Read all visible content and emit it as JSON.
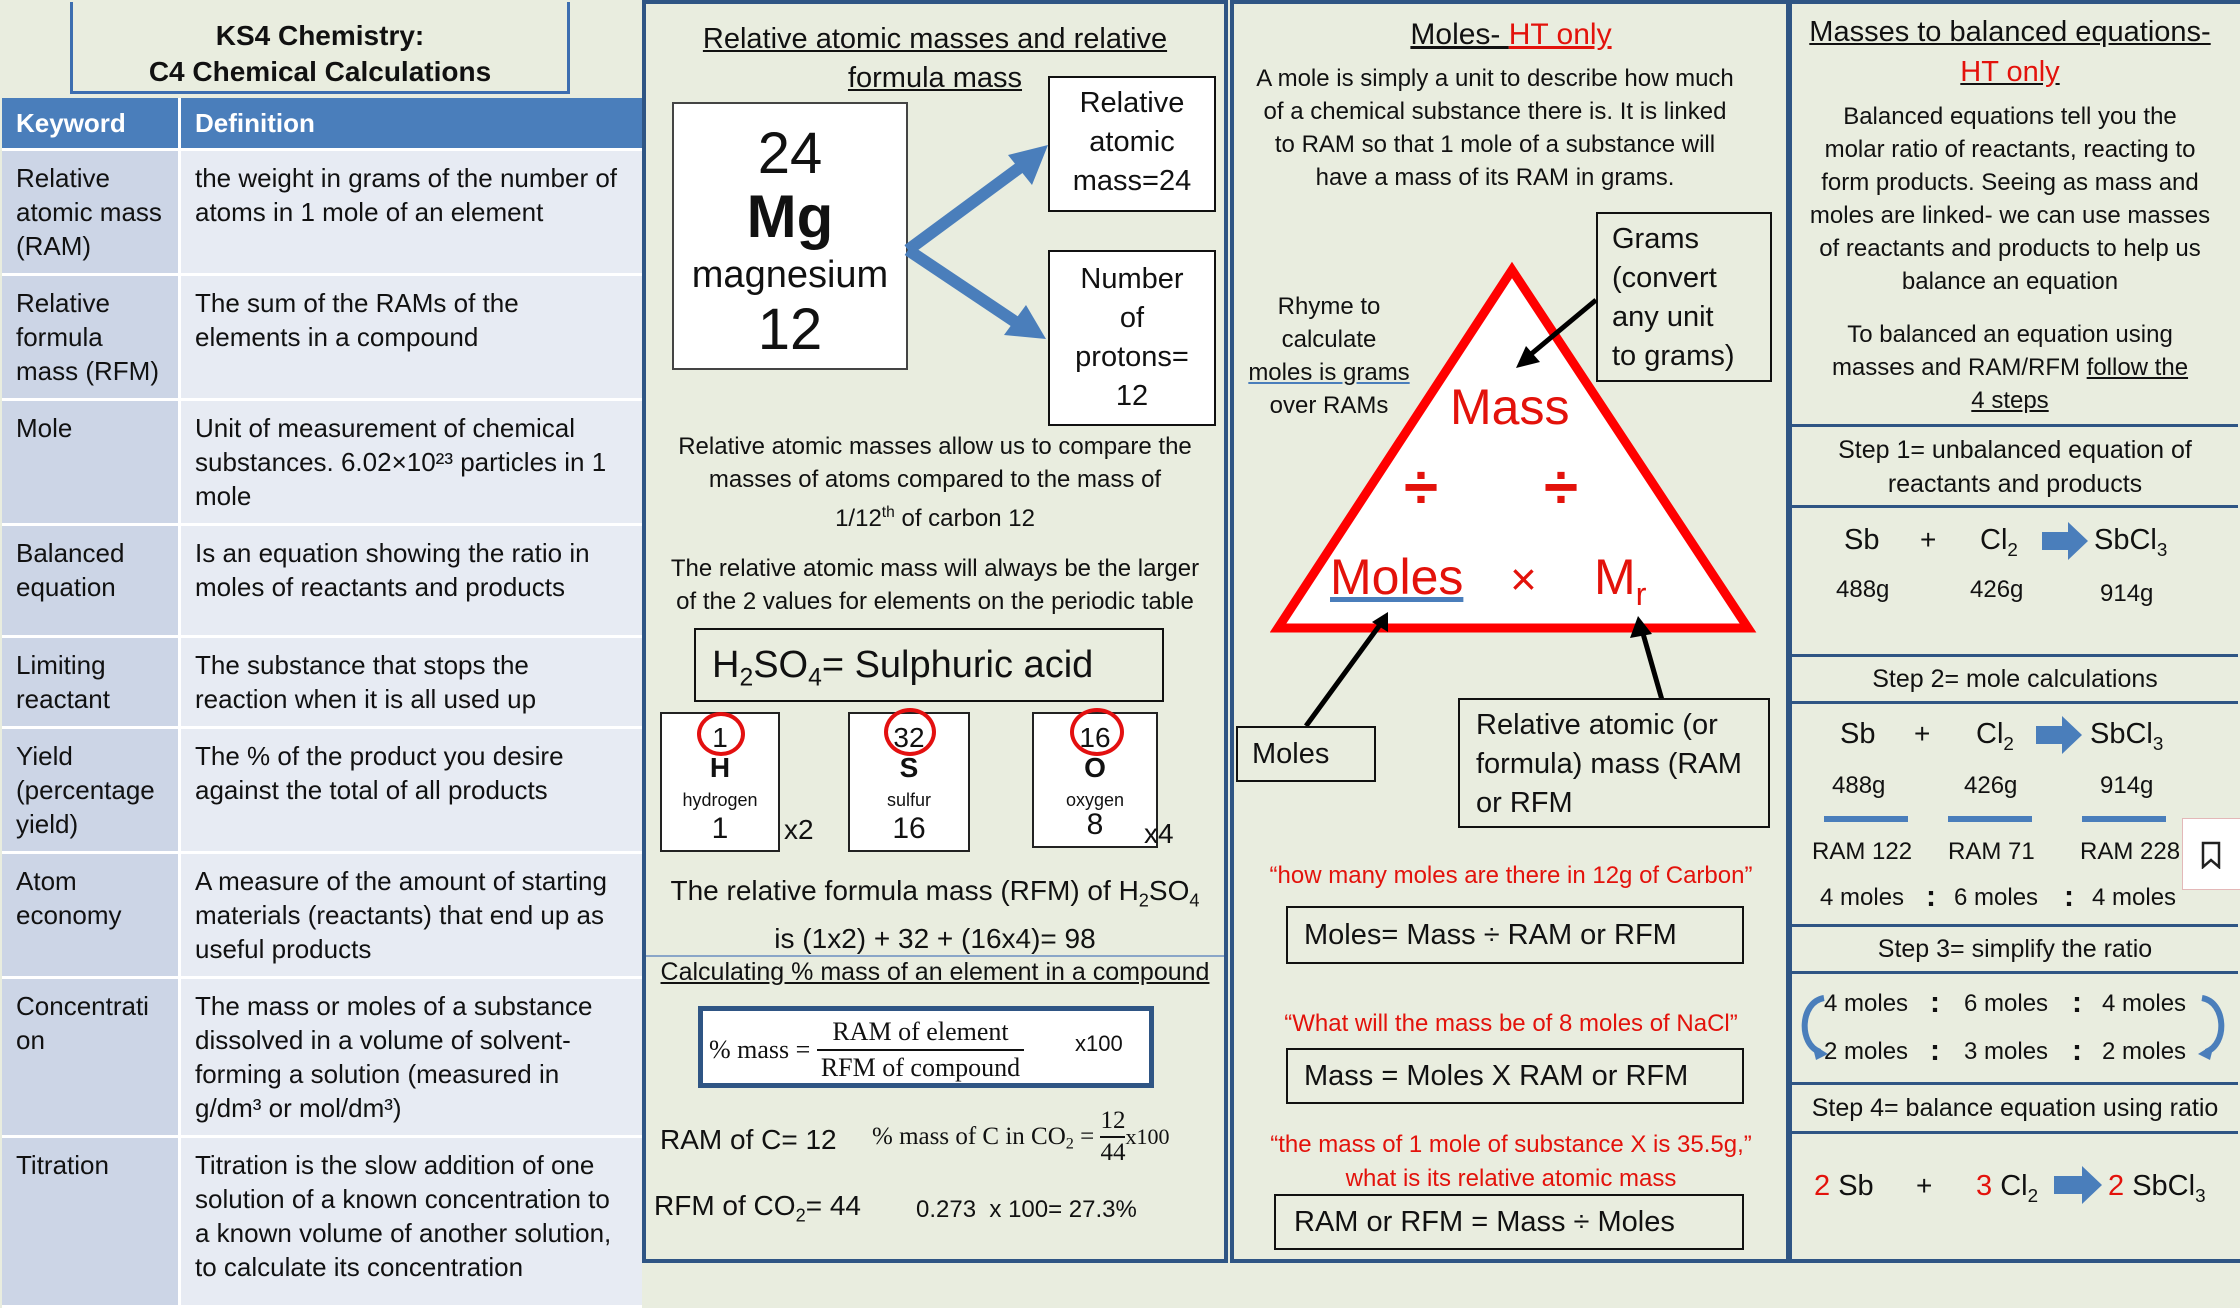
{
  "col1": {
    "title_line1": "KS4 Chemistry:",
    "title_line2": "C4 Chemical Calculations",
    "header_keyword": "Keyword",
    "header_definition": "Definition",
    "rows": [
      {
        "keyword": "Relative atomic mass (RAM)",
        "definition": "the weight in grams of the number of atoms in 1 mole of an element"
      },
      {
        "keyword": "Relative formula mass (RFM)",
        "definition": "The sum of the RAMs of the elements in a compound"
      },
      {
        "keyword": "Mole",
        "definition": "Unit of measurement of chemical substances. 6.02×10²³ particles in 1 mole"
      },
      {
        "keyword": "Balanced equation",
        "definition": "Is an equation showing the ratio in moles of reactants and products"
      },
      {
        "keyword": "Limiting reactant",
        "definition": "The substance that stops the reaction when it is all used up"
      },
      {
        "keyword": "Yield (percentage yield)",
        "definition": "The % of the product you desire against the total of all products"
      },
      {
        "keyword": "Atom economy",
        "definition": "A measure of the amount of starting materials (reactants) that end up as useful products"
      },
      {
        "keyword": "Concentrati on",
        "definition": "The mass or moles of a substance dissolved in a volume of solvent-forming a solution (measured in g/dm³ or mol/dm³)"
      },
      {
        "keyword": "Titration",
        "definition": "Titration is the slow addition of one solution of a known concentration to a known volume of another solution, to calculate its concentration"
      }
    ]
  },
  "col2": {
    "title_line1": "Relative atomic masses and relative",
    "title_line2": "formula mass",
    "tile": {
      "mass": "24",
      "symbol": "Mg",
      "name": "magnesium",
      "number": "12"
    },
    "box_ram": [
      "Relative",
      "atomic",
      "mass=24"
    ],
    "box_protons": [
      "Number",
      "of",
      "protons=",
      "12"
    ],
    "para1": [
      "Relative atomic masses allow us to compare the",
      "masses of atoms compared to the mass of"
    ],
    "para1_frac": "1/12",
    "para1_sup": "th",
    "para1_end": " of carbon 12",
    "para2": [
      "The relative atomic mass will always be the larger",
      "of the 2 values for elements on the periodic table"
    ],
    "acid": {
      "h": "H",
      "two": "2",
      "so": "SO",
      "four": "4",
      "rest": "= Sulphuric acid"
    },
    "elements": [
      {
        "top": "1",
        "symbol": "H",
        "name": "hydrogen",
        "bottom": "1",
        "mult": "x2"
      },
      {
        "top": "32",
        "symbol": "S",
        "name": "sulfur",
        "bottom": "16",
        "mult": ""
      },
      {
        "top": "16",
        "symbol": "O",
        "name": "oxygen",
        "bottom": "8",
        "mult": "x4"
      }
    ],
    "rfm_line1_a": "The relative formula mass (RFM) of H",
    "rfm_line1_sub1": "2",
    "rfm_line1_b": "SO",
    "rfm_line1_sub2": "4",
    "rfm_line2": "is (1x2) + 32 + (16x4)= 98",
    "pct_title": "Calculating % mass of an element in a compound",
    "pct_label": "% mass =",
    "pct_num": "RAM of element",
    "pct_den": "RFM of compound",
    "pct_x": "x100",
    "ram_c": "RAM of C= 12",
    "pct_c_label": "% mass of C in CO",
    "pct_c_sub": "2",
    "pct_c_eq": " =",
    "pct_c_num": "12",
    "pct_c_den": "44",
    "pct_c_x": "x100",
    "rfm_co2_a": "RFM of CO",
    "rfm_co2_sub": "2",
    "rfm_co2_b": "= 44",
    "result": "0.273  x 100= 27.3%"
  },
  "col3": {
    "title_a": "Moles- ",
    "title_b": "HT only",
    "intro": [
      "A mole is simply a unit to describe how much",
      "of a chemical substance there is. It is linked",
      "to RAM so that 1 mole of a substance will",
      "have a mass of its RAM in grams."
    ],
    "rhyme": [
      "Rhyme to",
      "calculate",
      "moles is  grams",
      "over RAMs"
    ],
    "grams_box": [
      "Grams",
      "(convert",
      "any unit",
      "to grams)"
    ],
    "tri_mass": "Mass",
    "tri_div": "÷",
    "tri_moles": "Moles",
    "tri_times": "×",
    "tri_mr": "M",
    "tri_mr_sub": "r",
    "moles_box": "Moles",
    "ram_box": [
      "Relative atomic (or",
      "formula) mass (RAM",
      "or RFM"
    ],
    "q1": "“how many moles are there in 12g of Carbon”",
    "f1": "Moles= Mass  ÷ RAM or RFM",
    "q2": "“What will the mass be of 8 moles of NaCl”",
    "f2": "Mass = Moles X RAM or RFM",
    "q3_line1": "“the mass of 1 mole of substance X is 35.5g,”",
    "q3_line2": "what is its relative atomic mass",
    "f3": "RAM or RFM = Mass  ÷ Moles"
  },
  "col4": {
    "title_a": "Masses to balanced equations-",
    "title_b": "HT only",
    "intro": [
      "Balanced equations tell you the",
      "molar ratio of reactants, reacting to",
      "form products. Seeing as mass and",
      "moles are linked- we can use masses",
      "of reactants and products to help us",
      "balance an equation"
    ],
    "intro2": [
      "To balanced an equation using",
      "masses and RAM/RFM "
    ],
    "intro2_u1": "follow the",
    "intro2_u2": "4 steps",
    "step1": [
      "Step 1= unbalanced equation of",
      "reactants and products"
    ],
    "eq": {
      "sb": "Sb",
      "plus": "+",
      "cl": "Cl",
      "cl_sub": "2",
      "sbcl": "SbCl",
      "sbcl_sub": "3"
    },
    "masses": [
      "488g",
      "426g",
      "914g"
    ],
    "step2": "Step 2= mole calculations",
    "rams": [
      "RAM 122",
      "RAM 71",
      "RAM 228"
    ],
    "moles": [
      "4 moles",
      "6 moles",
      "4 moles"
    ],
    "colon": ":",
    "step3": "Step 3= simplify the ratio",
    "simplified": [
      "2 moles",
      "3 moles",
      "2 moles"
    ],
    "step4": "Step 4= balance equation using ratio",
    "coef": [
      "2",
      "3",
      "2"
    ]
  },
  "colors": {
    "accent": "#4a7ebb",
    "frame": "#2f5584",
    "red": "#e3120b",
    "background": "#e9eddf"
  },
  "icons": [
    "arrow-right-icon",
    "bookmark-icon",
    "curved-arrow-icon"
  ]
}
